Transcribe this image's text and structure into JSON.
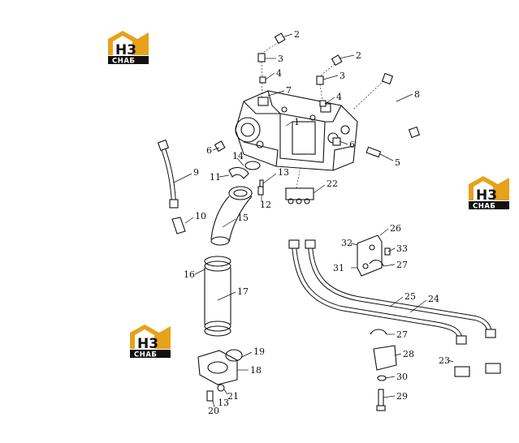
{
  "logo": {
    "top_text": "H3",
    "bottom_text": "СНАБ",
    "accent_color": "#e6a21a"
  },
  "callouts": [
    "2",
    "3",
    "4",
    "2",
    "3",
    "7",
    "4",
    "1",
    "6",
    "6",
    "5",
    "8",
    "9",
    "14",
    "11",
    "13",
    "12",
    "22",
    "10",
    "15",
    "16",
    "17",
    "19",
    "18",
    "21",
    "13",
    "20",
    "26",
    "32",
    "33",
    "31",
    "27",
    "25",
    "24",
    "27",
    "28",
    "23",
    "30",
    "29"
  ]
}
